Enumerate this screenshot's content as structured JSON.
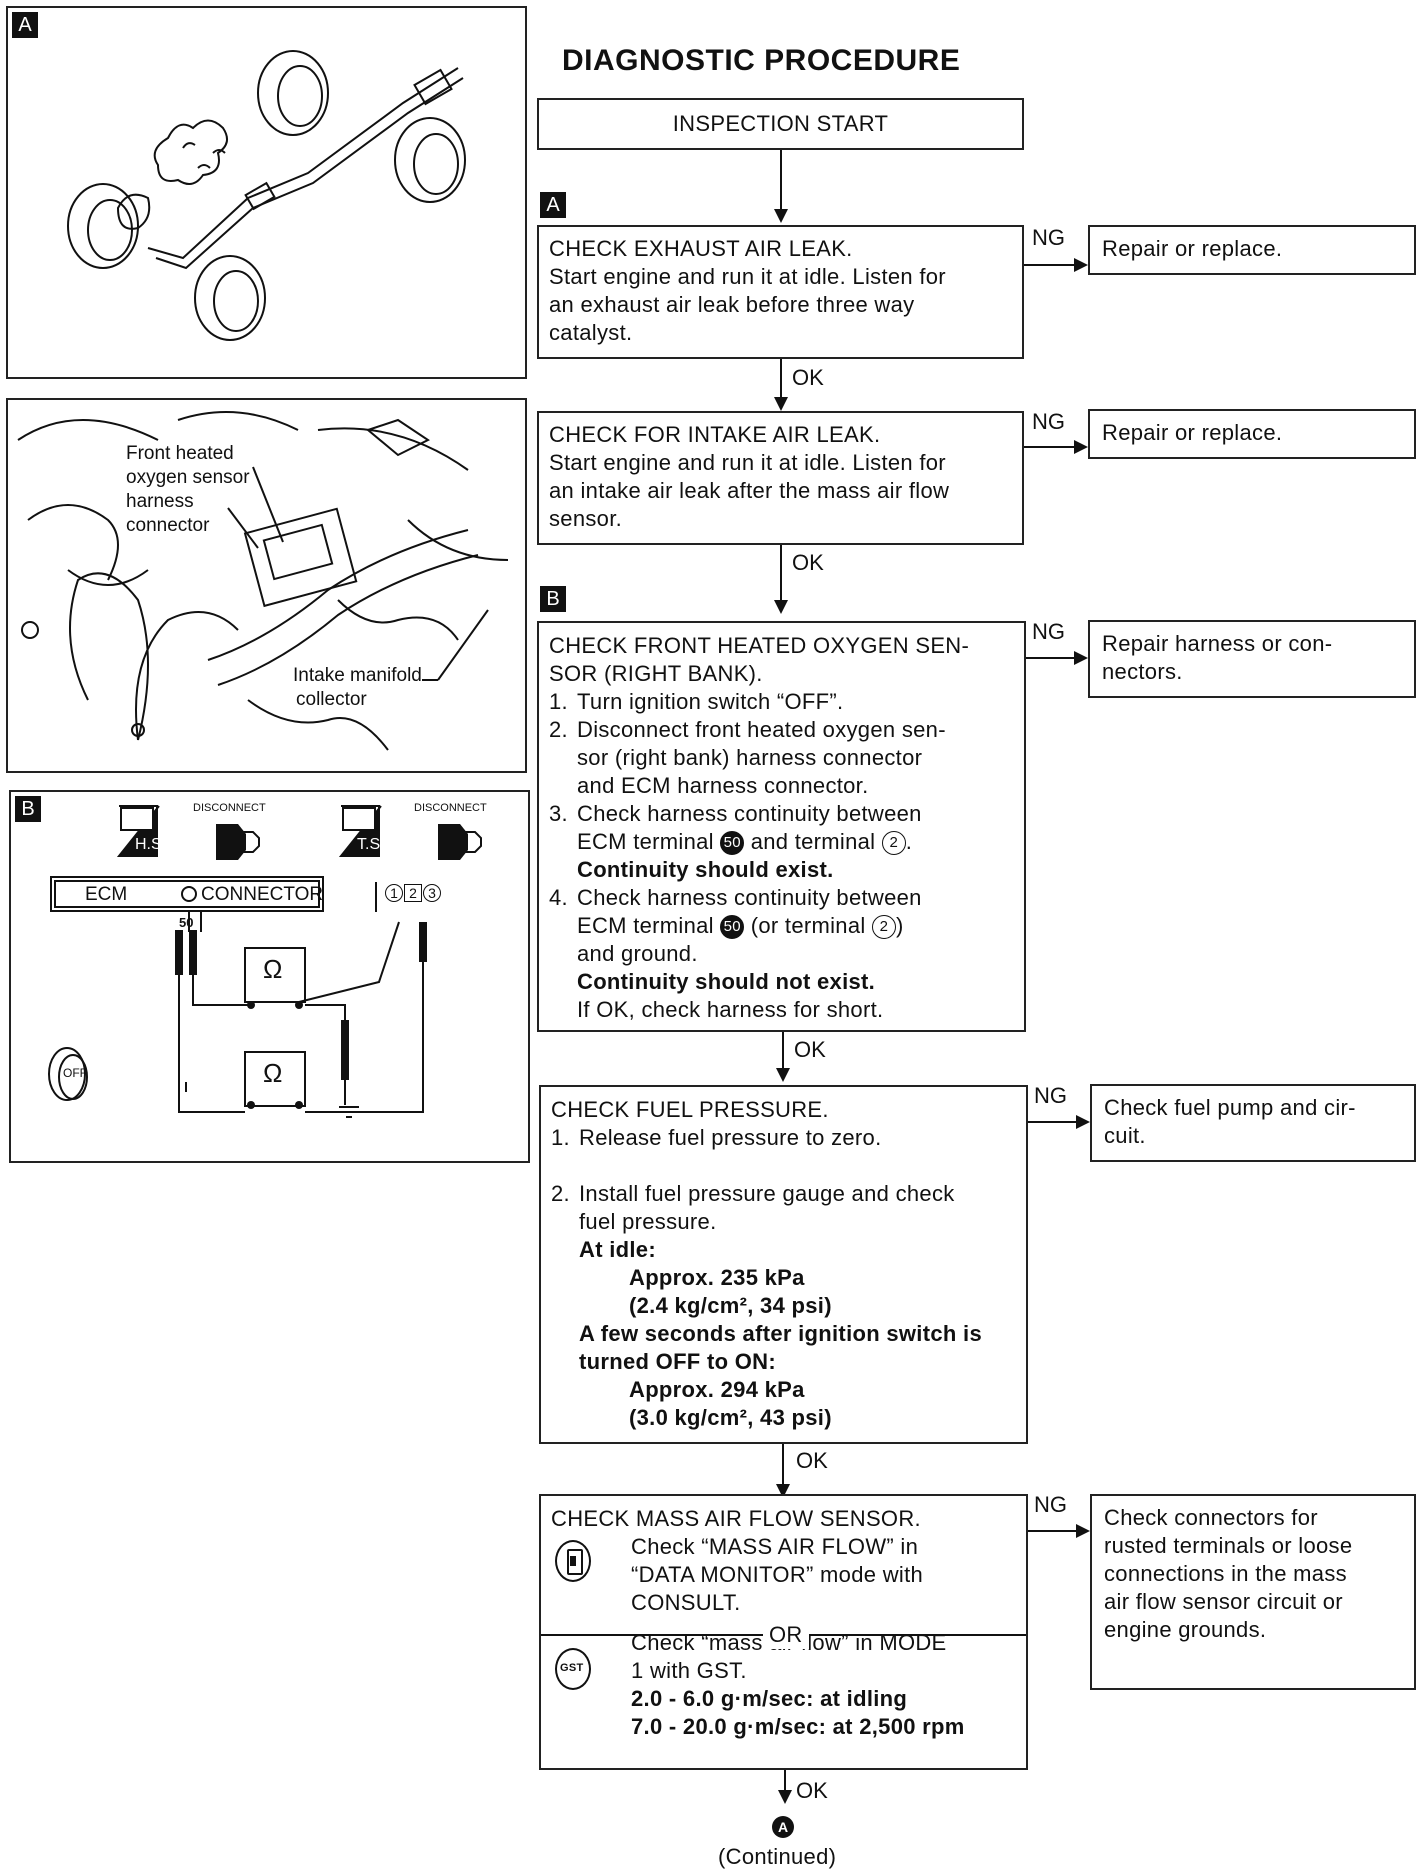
{
  "title": "DIAGNOSTIC PROCEDURE",
  "start": "INSPECTION START",
  "labels": {
    "A": "A",
    "B": "B",
    "ok": "OK",
    "ng": "NG"
  },
  "step1": {
    "lines": [
      "CHECK EXHAUST AIR LEAK.",
      "Start engine and run it at idle. Listen for",
      "an exhaust air leak before three way",
      "catalyst."
    ],
    "ng_result": "Repair or replace."
  },
  "step2": {
    "lines": [
      "CHECK FOR INTAKE AIR LEAK.",
      "Start engine and run it at idle. Listen for",
      "an intake air leak after the mass air flow",
      "sensor."
    ],
    "ng_result": "Repair or replace."
  },
  "step3": {
    "head1": "CHECK FRONT HEATED OXYGEN SEN-",
    "head2": "SOR (RIGHT BANK).",
    "s1": "Turn ignition switch “OFF”.",
    "s2a": "Disconnect front heated oxygen sen-",
    "s2b": "sor (right bank) harness connector",
    "s2c": "and ECM harness connector.",
    "s3a": "Check harness continuity between",
    "s3b1": "ECM terminal",
    "t50": "50",
    "s3b2": "and terminal",
    "t2": "2",
    "s3c": "Continuity should exist.",
    "s4a": "Check harness continuity between",
    "s4b1": "ECM terminal",
    "s4b2": "(or terminal",
    "s4c": "and ground.",
    "s4d": "Continuity should not exist.",
    "s4e": "If OK, check harness for short.",
    "ng_result1": "Repair harness or con-",
    "ng_result2": "nectors."
  },
  "step4": {
    "head": "CHECK FUEL PRESSURE.",
    "s1": "Release fuel pressure to zero.",
    "s2a": "Install fuel pressure gauge and check",
    "s2b": "fuel pressure.",
    "idle": "At idle:",
    "v1a": "Approx. 235 kPa",
    "v1b": "(2.4 kg/cm², 34 psi)",
    "after1": "A few seconds after ignition switch is",
    "after2": "turned OFF to ON:",
    "v2a": "Approx. 294 kPa",
    "v2b": "(3.0 kg/cm², 43 psi)",
    "ng_result1": "Check fuel pump and cir-",
    "ng_result2": "cuit."
  },
  "step5": {
    "head": "CHECK MASS AIR FLOW SENSOR.",
    "c1": "Check “MASS AIR FLOW” in",
    "c2": "“DATA MONITOR” mode with",
    "c3": "CONSULT.",
    "or": "OR",
    "g1": "Check “mass air flow” in MODE",
    "g2": "1 with GST.",
    "spec1": "2.0 - 6.0 g·m/sec: at idling",
    "spec2": "7.0 - 20.0 g·m/sec: at 2,500 rpm",
    "ng_result": [
      "Check connectors for",
      "rusted terminals or loose",
      "connections in the mass",
      "air flow sensor circuit or",
      "engine grounds."
    ],
    "gst_label": "GST"
  },
  "end": {
    "connector": "A",
    "continued": "(Continued)"
  },
  "fig2": {
    "l1": "Front heated",
    "l2": "oxygen sensor",
    "l3": "harness",
    "l4": "connector",
    "l5": "Intake manifold",
    "l6": "collector"
  },
  "fig3": {
    "disconnect": "DISCONNECT",
    "hs": "H.S.",
    "ts": "T.S.",
    "ecm": "ECM",
    "connector": "CONNECTOR",
    "pin": "50",
    "p1": "1",
    "p2": "2",
    "p3": "3",
    "ohm": "Ω",
    "off": "OFF"
  }
}
